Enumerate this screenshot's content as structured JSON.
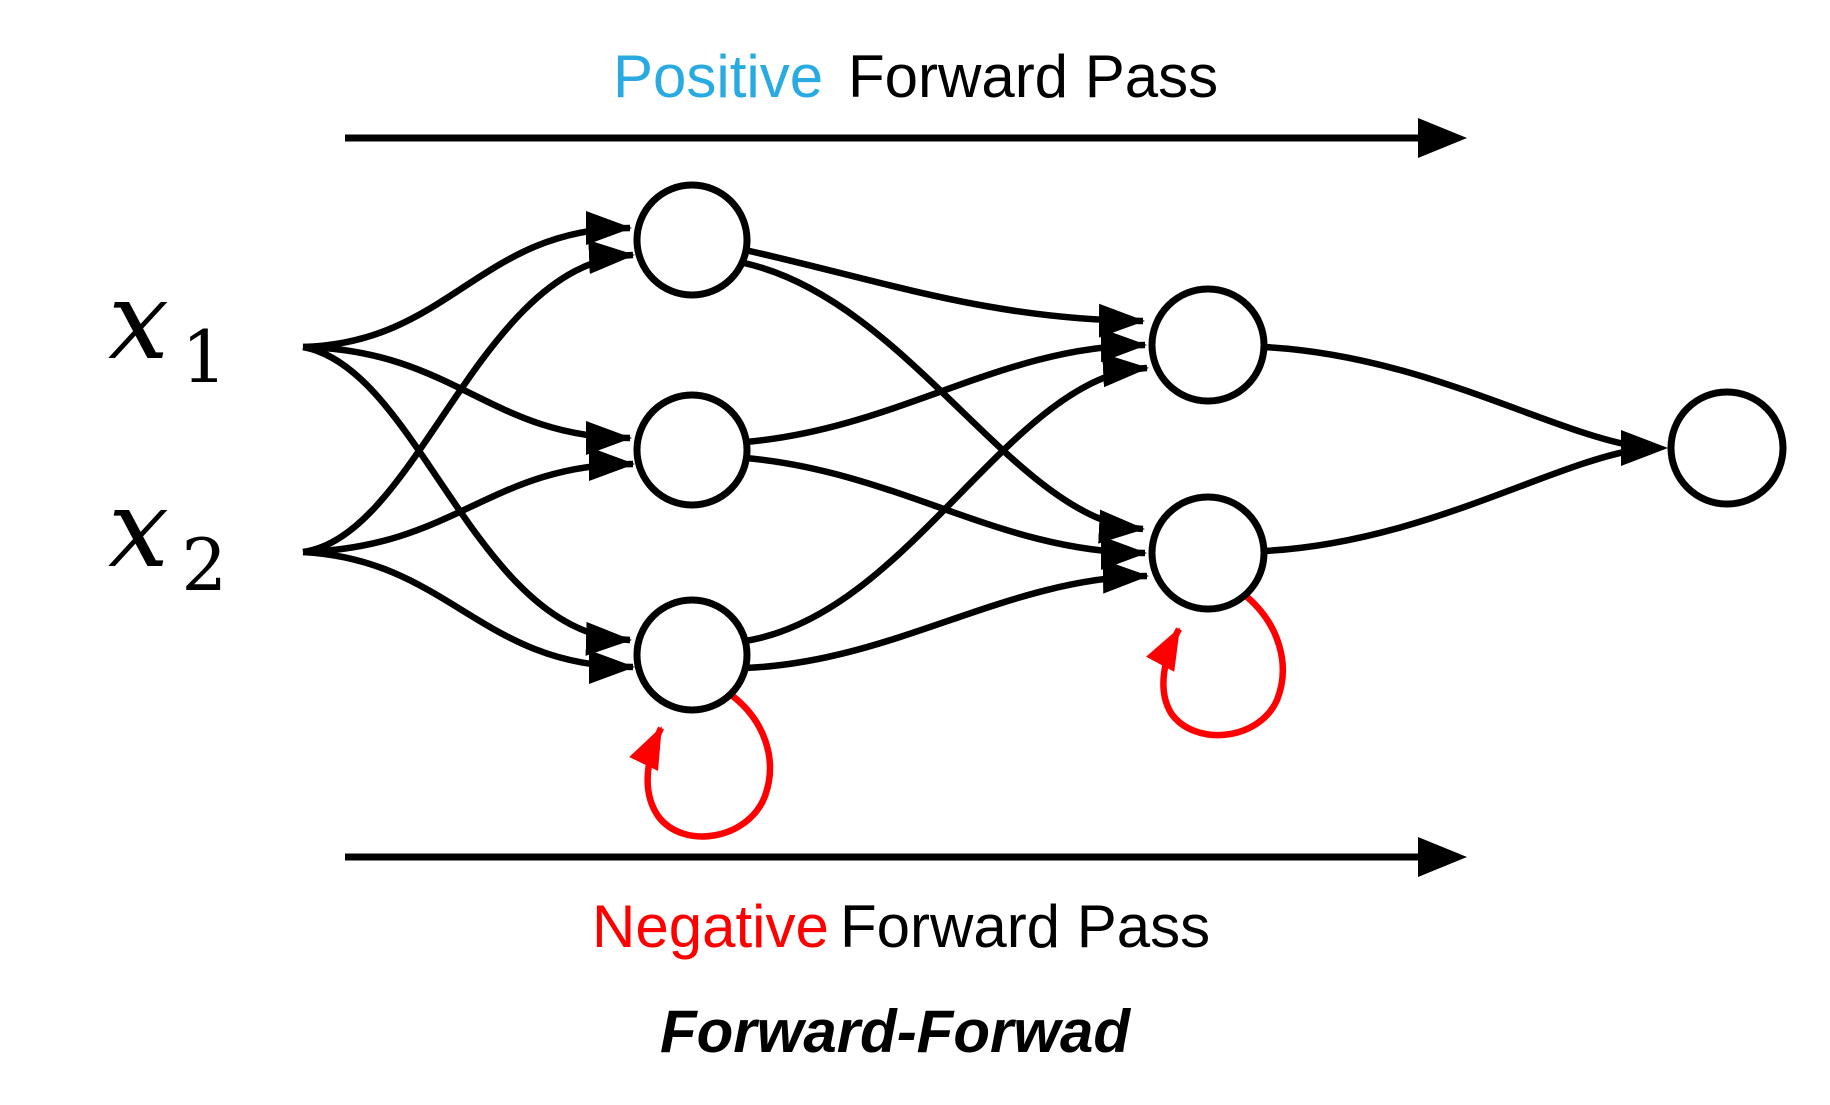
{
  "diagram": {
    "caption": "Forward-Forwad",
    "top_pass": {
      "highlight": "Positive",
      "rest": "Forward Pass",
      "highlight_color": "#29ABE2"
    },
    "bottom_pass": {
      "highlight": "Negative",
      "rest": "Forward Pass",
      "highlight_color": "#FF0000"
    },
    "inputs": [
      {
        "base": "x",
        "subscript": "1"
      },
      {
        "base": "x",
        "subscript": "2"
      }
    ],
    "network": {
      "input_count": 2,
      "hidden_layer_1_count": 3,
      "hidden_layer_2_count": 2,
      "output_count": 1,
      "self_loop_count": 2
    },
    "colors": {
      "edge": "#000000",
      "node_fill": "#FFFFFF",
      "negative_loop": "#FF0000",
      "positive_text": "#29ABE2",
      "negative_text": "#FF0000"
    }
  }
}
